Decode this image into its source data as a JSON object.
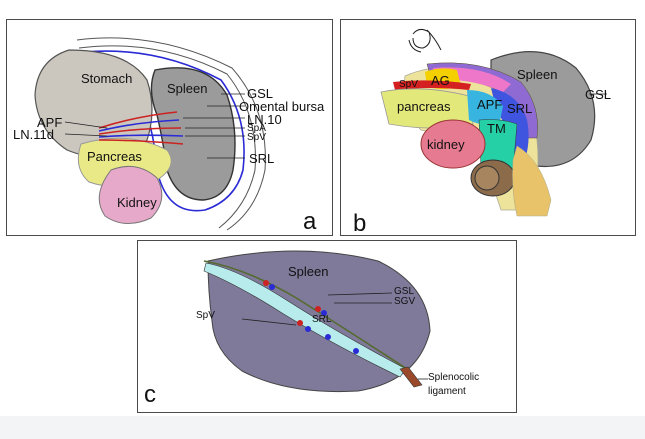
{
  "panel_a": {
    "letter": "a",
    "labels": {
      "stomach": "Stomach",
      "spleen": "Spleen",
      "gsl": "GSL",
      "omental_bursa": "Omental bursa",
      "ln10": "LN.10",
      "spa": "SpA",
      "spv": "SpV",
      "apf": "APF",
      "ln11d": "LN.11d",
      "pancreas": "Pancreas",
      "srl": "SRL",
      "kidney": "Kidney"
    }
  },
  "panel_b": {
    "letter": "b",
    "labels": {
      "ag": "AG",
      "spv": "SpV",
      "spleen": "Spleen",
      "gsl": "GSL",
      "pancreas": "pancreas",
      "apf": "APF",
      "srl": "SRL",
      "tm": "TM",
      "kidney": "kidney"
    }
  },
  "panel_c": {
    "letter": "c",
    "labels": {
      "spleen": "Spleen",
      "gsl": "GSL",
      "sgv": "SGV",
      "spv": "SpV",
      "srl": "SRL",
      "splenocolic_line1": "Splenocolic",
      "splenocolic_line2": "ligament"
    }
  },
  "colors": {
    "stomach": "#cbc7bf",
    "spleen_grey": "#9b9b9b",
    "spleen_purple": "#7f7a9a",
    "pancreas": "#e9e987",
    "kidney_pink": "#e7a9c9",
    "membrane_blue": "#2b2bd6",
    "artery_red": "#cc2222",
    "ligament_cyan": "#b8ecec",
    "footer": "#f3f4f6"
  }
}
